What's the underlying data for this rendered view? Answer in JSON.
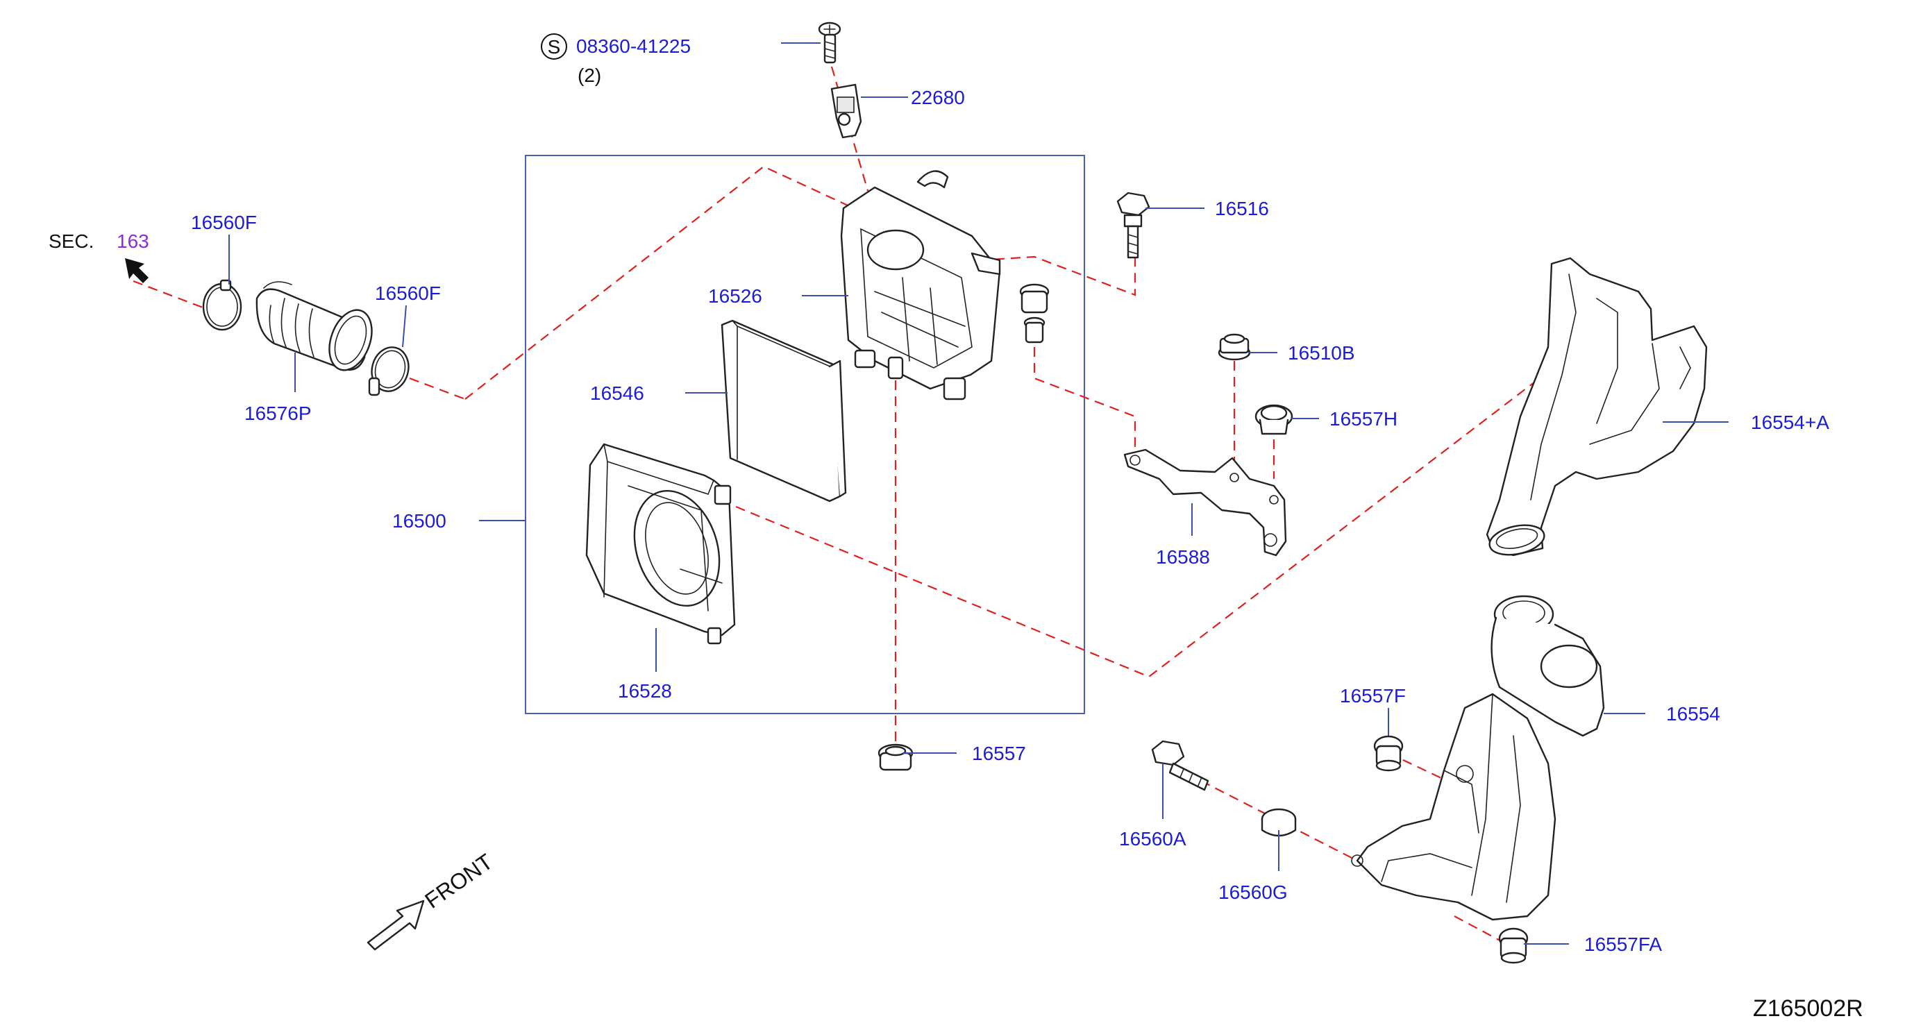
{
  "diagram": {
    "reference_id": "Z165002R",
    "front_label": "FRONT",
    "section": {
      "prefix": "SEC.",
      "number": "163"
    },
    "standard_part": {
      "symbol": "S",
      "number": "08360-41225",
      "quantity": "(2)"
    },
    "parts": {
      "p22680": "22680",
      "p16516": "16516",
      "p16560F_left": "16560F",
      "p16560F_right": "16560F",
      "p16576P": "16576P",
      "p16526": "16526",
      "p16546": "16546",
      "p16500": "16500",
      "p16528": "16528",
      "p16510B": "16510B",
      "p16557H": "16557H",
      "p16588": "16588",
      "p16554A": "16554+A",
      "p16557": "16557",
      "p16557F": "16557F",
      "p16554": "16554",
      "p16560A": "16560A",
      "p16560G": "16560G",
      "p16557FA": "16557FA"
    },
    "colors": {
      "label": "#1c1cd6",
      "leader": "#3a4fb0",
      "phantom_line": "#e0201c",
      "section_link": "#8a2be2"
    }
  }
}
